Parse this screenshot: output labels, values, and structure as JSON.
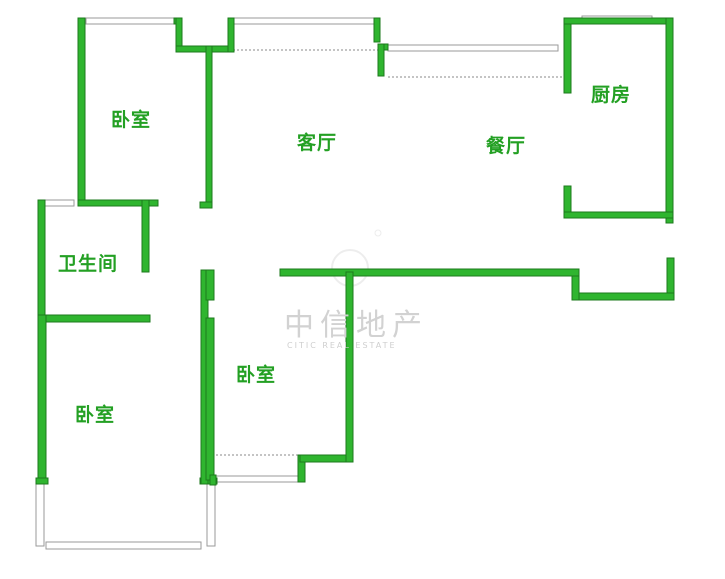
{
  "rooms": {
    "bedroom_top": "卧室",
    "living_room": "客厅",
    "dining_room": "餐厅",
    "kitchen": "厨房",
    "bathroom": "卫生间",
    "bedroom_middle": "卧室",
    "bedroom_bottom": "卧室"
  },
  "watermark": {
    "name": "中信地产",
    "sub": "CITIC REAL ESTATE"
  },
  "colors": {
    "wall": "#2fb52f",
    "label": "#23a023",
    "window": "#9a9a9a"
  }
}
